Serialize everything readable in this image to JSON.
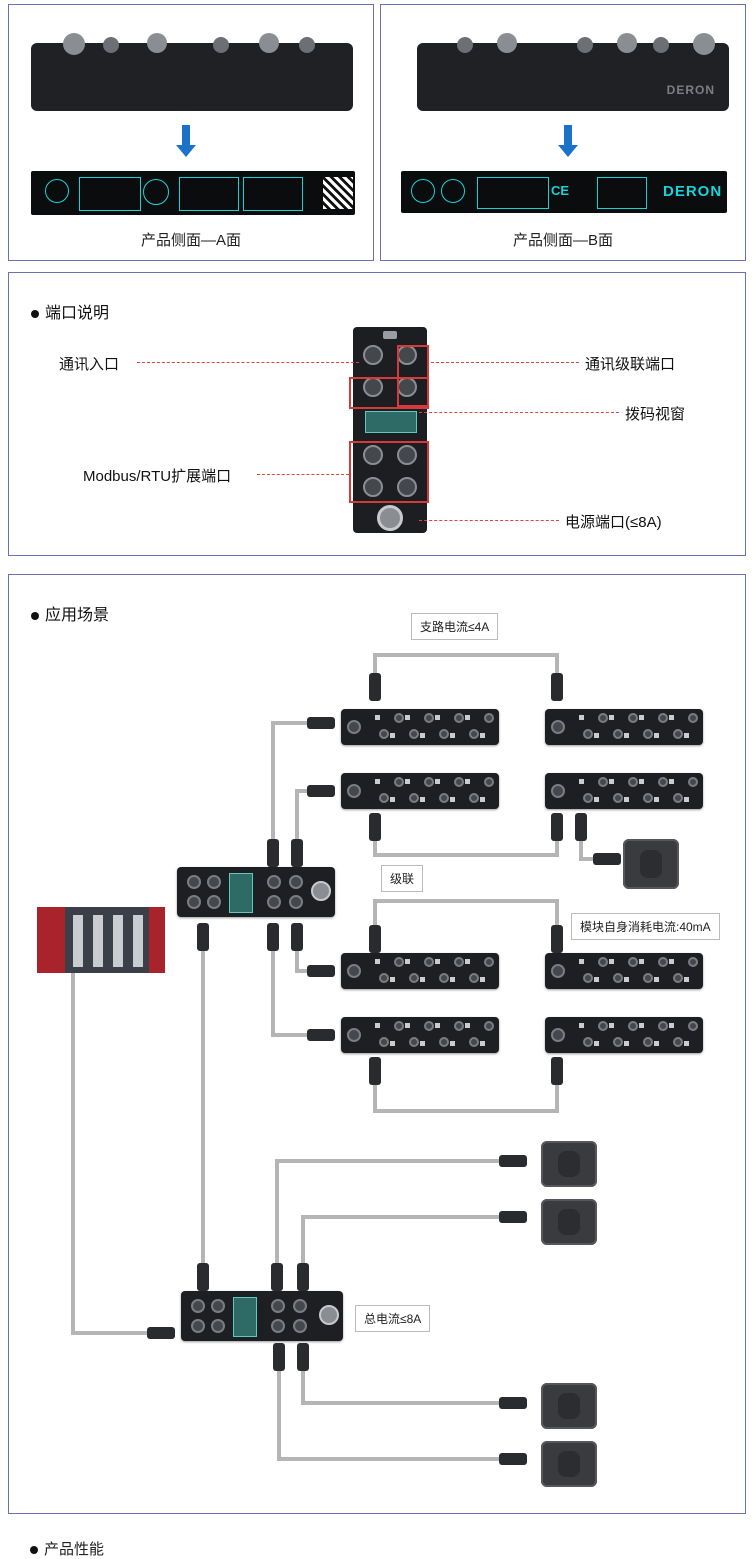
{
  "product_views": {
    "side_a_caption": "产品侧面—A面",
    "side_b_caption": "产品侧面—B面",
    "brand": "DERON",
    "ce_mark": "CE"
  },
  "ports": {
    "title": "端口说明",
    "labels": {
      "comm_in": "通讯入口",
      "comm_cascade": "通讯级联端口",
      "dip_window": "拨码视窗",
      "modbus_ext": "Modbus/RTU扩展端口",
      "power": "电源端口(≤8A)"
    }
  },
  "application": {
    "title": "应用场景",
    "tags": {
      "branch_current": "支路电流≤4A",
      "cascade": "级联",
      "self_consumption": "模块自身消耗电流:40mA",
      "total_current": "总电流≤8A"
    }
  },
  "footer": {
    "next_section": "产品性能"
  },
  "colors": {
    "panel_border": "#6b6fb3",
    "arrow": "#1a73c8",
    "highlight_box": "#d63a3a",
    "screen_text": "#19d3d8"
  },
  "icons": {
    "bullet": "bullet-dot-icon",
    "arrow": "arrow-down-icon"
  }
}
